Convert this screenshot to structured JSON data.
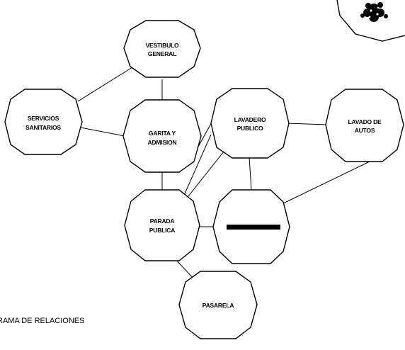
{
  "diagram": {
    "caption": "RAMA DE RELACIONES",
    "colors": {
      "stroke": "#000000",
      "fill": "#ffffff",
      "bar": "#000000"
    },
    "nodes": {
      "vestibulo": {
        "line1": "VESTIBULO",
        "line2": "GENERAL"
      },
      "servicios": {
        "line1": "SERVICIOS",
        "line2": "SANITARIOS"
      },
      "garita": {
        "line1": "GARITA Y",
        "line2": "ADMISION"
      },
      "lavadero": {
        "line1": "LAVADERO",
        "line2": "PUBLICO"
      },
      "lavado_autos": {
        "line1": "LAVADO DE",
        "line2": "AUTOS"
      },
      "parada": {
        "line1": "PARADA",
        "line2": "PUBLICA"
      },
      "pasarela": {
        "line1": "PASARELA"
      }
    },
    "decorations": [
      "shrub-icon",
      "bar-symbol"
    ]
  }
}
